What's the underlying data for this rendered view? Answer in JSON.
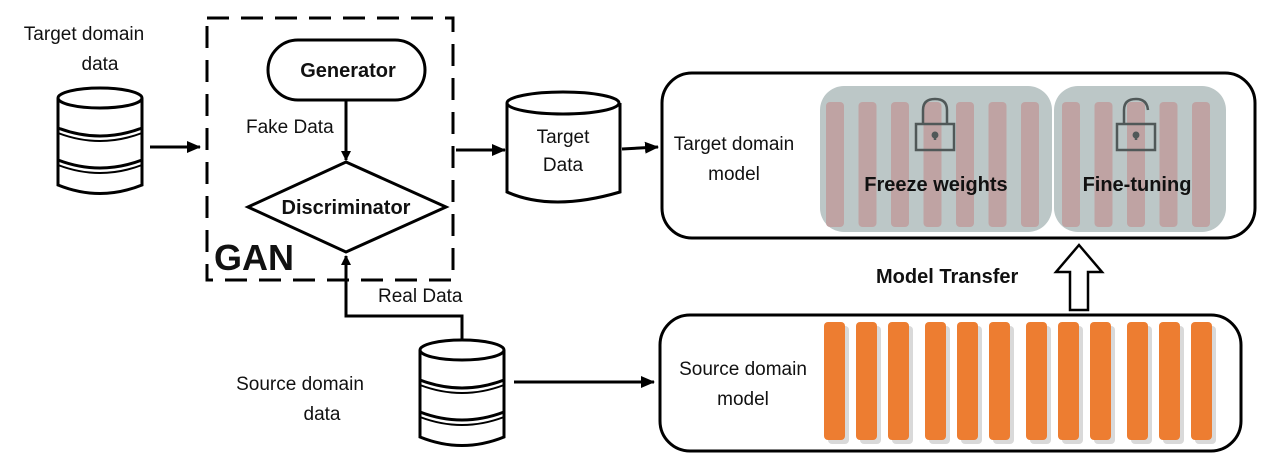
{
  "diagram": {
    "target_domain_data": {
      "label_line1": "Target domain",
      "label_line2": "data",
      "icon": "database-icon"
    },
    "gan": {
      "label": "GAN",
      "generator": "Generator",
      "discriminator": "Discriminator",
      "fake_data_label": "Fake Data",
      "real_data_label": "Real Data"
    },
    "target_data": {
      "label_line1": "Target",
      "label_line2": "Data",
      "icon": "cylinder-icon"
    },
    "target_model": {
      "label_line1": "Target domain",
      "label_line2": "model",
      "freeze_block": {
        "label": "Freeze weights",
        "icon": "lock-closed-icon",
        "layers": 7
      },
      "finetune_block": {
        "label": "Fine-tuning",
        "icon": "lock-open-icon",
        "layers": 5
      }
    },
    "model_transfer": {
      "label": "Model Transfer",
      "icon": "arrow-up-outline-icon"
    },
    "source_domain_data": {
      "label_line1": "Source domain",
      "label_line2": "data",
      "icon": "database-icon"
    },
    "source_model": {
      "label_line1": "Source domain",
      "label_line2": "model",
      "layer_groups": [
        3,
        3,
        3,
        3
      ]
    },
    "colors": {
      "frozen_block_bg": "#bcc7c7",
      "frozen_layer": "#bfa3a3",
      "source_layer": "#ed7d31",
      "layer_shadow": "#d9d9d9",
      "lock_stroke": "#505858",
      "line": "#000000"
    }
  }
}
